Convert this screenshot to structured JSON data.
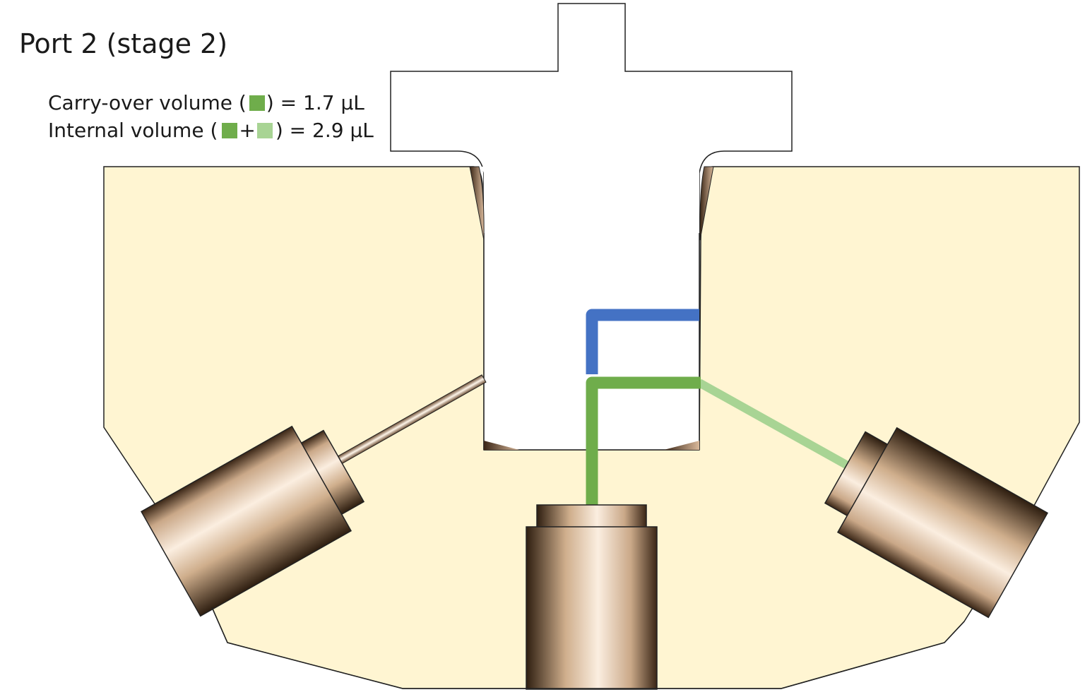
{
  "title": "Port 2 (stage 2)",
  "legend": {
    "carry_over": {
      "label": "Carry-over volume (",
      "close": ") = 1.7 µL"
    },
    "internal": {
      "label": "Internal volume (",
      "plus": "+",
      "close": ") = 2.9 µL"
    }
  },
  "colors": {
    "body": "#fff5d2",
    "carry_over_channel": "#6fad4b",
    "internal_channel": "#a8d494",
    "blue_channel": "#4472c4",
    "fitting": "#d9b89a"
  }
}
